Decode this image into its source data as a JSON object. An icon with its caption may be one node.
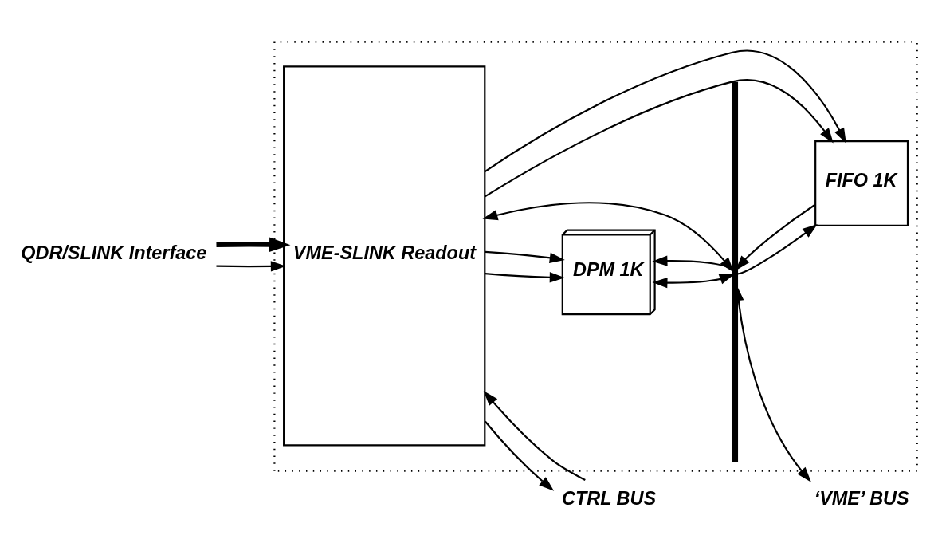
{
  "diagram": {
    "nodes": [
      {
        "text": [],
        "shape": "box"
      },
      {
        "text": [
          "QDR/SLINK Interface"
        ]
      },
      {
        "text": [
          "VME-SLINK Readout"
        ],
        "in": 0
      },
      {
        "text": [
          "CTRL BUS"
        ]
      },
      {
        "text": [
          "DPM 1K"
        ],
        "in": 0
      },
      {
        "text": [],
        "shape": "bar",
        "in": 0
      },
      {
        "text": [
          "‘VME’ BUS"
        ]
      },
      {
        "text": [
          "FIFO 1K"
        ],
        "in": 0
      }
    ],
    "edges": [
      {
        "from": 1,
        "to": 2,
        "arrow": "to"
      },
      {
        "from": 1,
        "to": 2,
        "arrow": "to",
        "style": "thick"
      },
      {
        "from": 2,
        "to": 3,
        "arrow": "to"
      },
      {
        "from": 3,
        "to": 2,
        "arrow": "to"
      },
      {
        "from": 2,
        "to": 4,
        "arrow": "to"
      },
      {
        "from": 2,
        "to": 4,
        "arrow": "to"
      },
      {
        "from": 4,
        "to": 5,
        "arrow": "both"
      },
      {
        "from": 5,
        "to": 4,
        "arrow": "to"
      },
      {
        "from": 2,
        "to": 5,
        "arrow": "both"
      },
      {
        "from": 5,
        "to": 6,
        "arrow": "both"
      },
      {
        "from": 2,
        "to": 7,
        "arrow": "to"
      },
      {
        "from": 2,
        "to": 7,
        "arrow": "to"
      },
      {
        "from": 7,
        "to": 5,
        "arrow": "to"
      },
      {
        "from": 5,
        "to": 7,
        "arrow": "to"
      }
    ]
  }
}
